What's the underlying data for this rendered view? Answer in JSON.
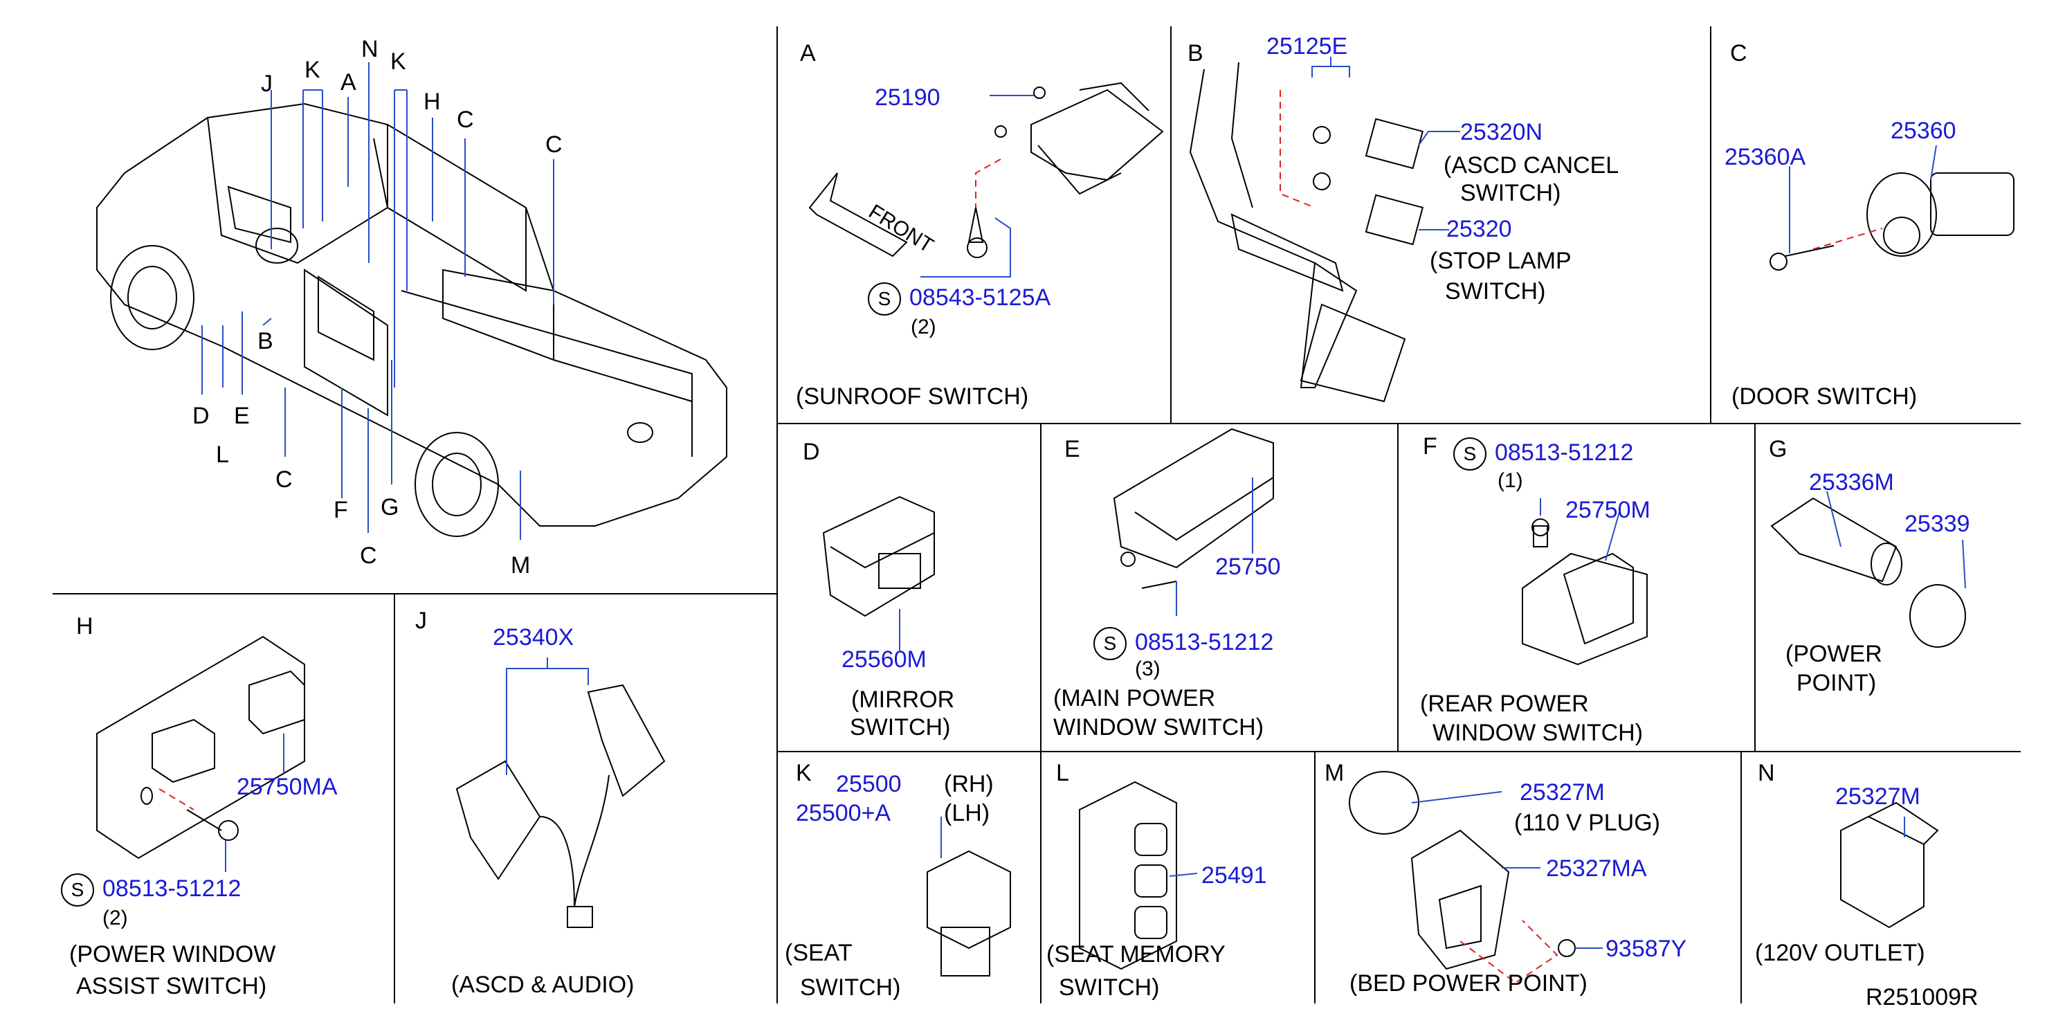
{
  "overview": {
    "callouts": [
      "J",
      "K",
      "A",
      "N",
      "K",
      "H",
      "C",
      "C",
      "B",
      "D",
      "L",
      "E",
      "C",
      "F",
      "G",
      "C",
      "M"
    ]
  },
  "panels": {
    "A": {
      "letter": "A",
      "part1": "25190",
      "screw_s": "S",
      "screw": "08543-5125A",
      "qty": "(2)",
      "front": "FRONT",
      "caption": "(SUNROOF  SWITCH)"
    },
    "B": {
      "letter": "B",
      "part1": "25125E",
      "part2": "25320N",
      "desc2a": "(ASCD  CANCEL",
      "desc2b": "SWITCH)",
      "part3": "25320",
      "desc3a": "(STOP  LAMP",
      "desc3b": "SWITCH)"
    },
    "C": {
      "letter": "C",
      "part1": "25360A",
      "part2": "25360",
      "caption": "(DOOR  SWITCH)"
    },
    "D": {
      "letter": "D",
      "part1": "25560M",
      "caption1": "(MIRROR",
      "caption2": "SWITCH)"
    },
    "E": {
      "letter": "E",
      "part1": "25750",
      "screw_s": "S",
      "screw": "08513-51212",
      "qty": "(3)",
      "caption1": "(MAIN  POWER",
      "caption2": "WINDOW  SWITCH)"
    },
    "F": {
      "letter": "F",
      "screw_s": "S",
      "screw": "08513-51212",
      "qty": "(1)",
      "part1": "25750M",
      "caption1": "(REAR  POWER",
      "caption2": "WINDOW  SWITCH)"
    },
    "G": {
      "letter": "G",
      "part1": "25336M",
      "part2": "25339",
      "caption1": "(POWER",
      "caption2": "POINT)"
    },
    "H": {
      "letter": "H",
      "part1": "25750MA",
      "screw_s": "S",
      "screw": "08513-51212",
      "qty": "(2)",
      "caption1": "(POWER  WINDOW",
      "caption2": "ASSIST  SWITCH)"
    },
    "J": {
      "letter": "J",
      "part1": "25340X",
      "caption": "(ASCD  &  AUDIO)"
    },
    "K": {
      "letter": "K",
      "part1": "25500",
      "part1_side": "(RH)",
      "part2": "25500+A",
      "part2_side": "(LH)",
      "caption1": "(SEAT",
      "caption2": "SWITCH)"
    },
    "L": {
      "letter": "L",
      "part1": "25491",
      "caption1": "(SEAT  MEMORY",
      "caption2": "SWITCH)"
    },
    "M": {
      "letter": "M",
      "part1": "25327M",
      "desc1": "(110  V  PLUG)",
      "part2": "25327MA",
      "part3": "93587Y",
      "caption": "(BED  POWER  POINT)"
    },
    "N": {
      "letter": "N",
      "part1": "25327M",
      "caption": "(120V  OUTLET)",
      "ref": "R251009R"
    }
  }
}
